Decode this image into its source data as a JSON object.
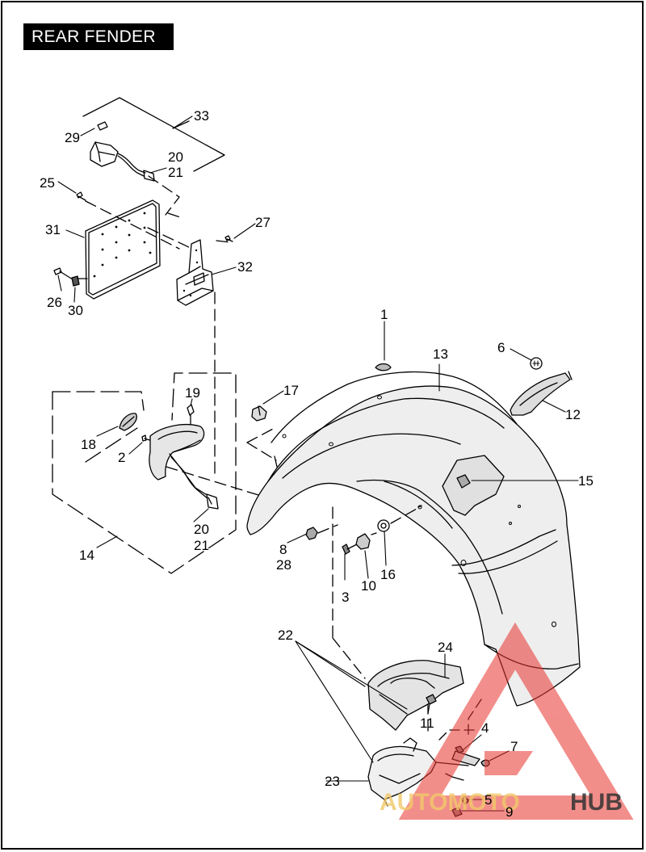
{
  "title": "REAR FENDER",
  "callouts": [
    {
      "id": "c33",
      "text": "33"
    },
    {
      "id": "c29",
      "text": "29"
    },
    {
      "id": "c20a",
      "text": "20"
    },
    {
      "id": "c21a",
      "text": "21"
    },
    {
      "id": "c25",
      "text": "25"
    },
    {
      "id": "c31",
      "text": "31"
    },
    {
      "id": "c27",
      "text": "27"
    },
    {
      "id": "c32",
      "text": "32"
    },
    {
      "id": "c26",
      "text": "26"
    },
    {
      "id": "c30",
      "text": "30"
    },
    {
      "id": "c1",
      "text": "1"
    },
    {
      "id": "c13",
      "text": "13"
    },
    {
      "id": "c6",
      "text": "6"
    },
    {
      "id": "c12",
      "text": "12"
    },
    {
      "id": "c19",
      "text": "19"
    },
    {
      "id": "c17",
      "text": "17"
    },
    {
      "id": "c18",
      "text": "18"
    },
    {
      "id": "c2",
      "text": "2"
    },
    {
      "id": "c15",
      "text": "15"
    },
    {
      "id": "c20b",
      "text": "20"
    },
    {
      "id": "c21b",
      "text": "21"
    },
    {
      "id": "c14",
      "text": "14"
    },
    {
      "id": "c8",
      "text": "8"
    },
    {
      "id": "c28",
      "text": "28"
    },
    {
      "id": "c3",
      "text": "3"
    },
    {
      "id": "c10",
      "text": "10"
    },
    {
      "id": "c16",
      "text": "16"
    },
    {
      "id": "c22",
      "text": "22"
    },
    {
      "id": "c24",
      "text": "24"
    },
    {
      "id": "c11",
      "text": "11"
    },
    {
      "id": "c4",
      "text": "4"
    },
    {
      "id": "c7",
      "text": "7"
    },
    {
      "id": "c23",
      "text": "23"
    },
    {
      "id": "c5",
      "text": "5"
    },
    {
      "id": "c9",
      "text": "9"
    }
  ],
  "watermark": {
    "part1": "AUTOMOTO",
    "part2": "HUB",
    "color1": "#f2c96a",
    "color2": "#333333",
    "logo_color": "#e8322c"
  }
}
